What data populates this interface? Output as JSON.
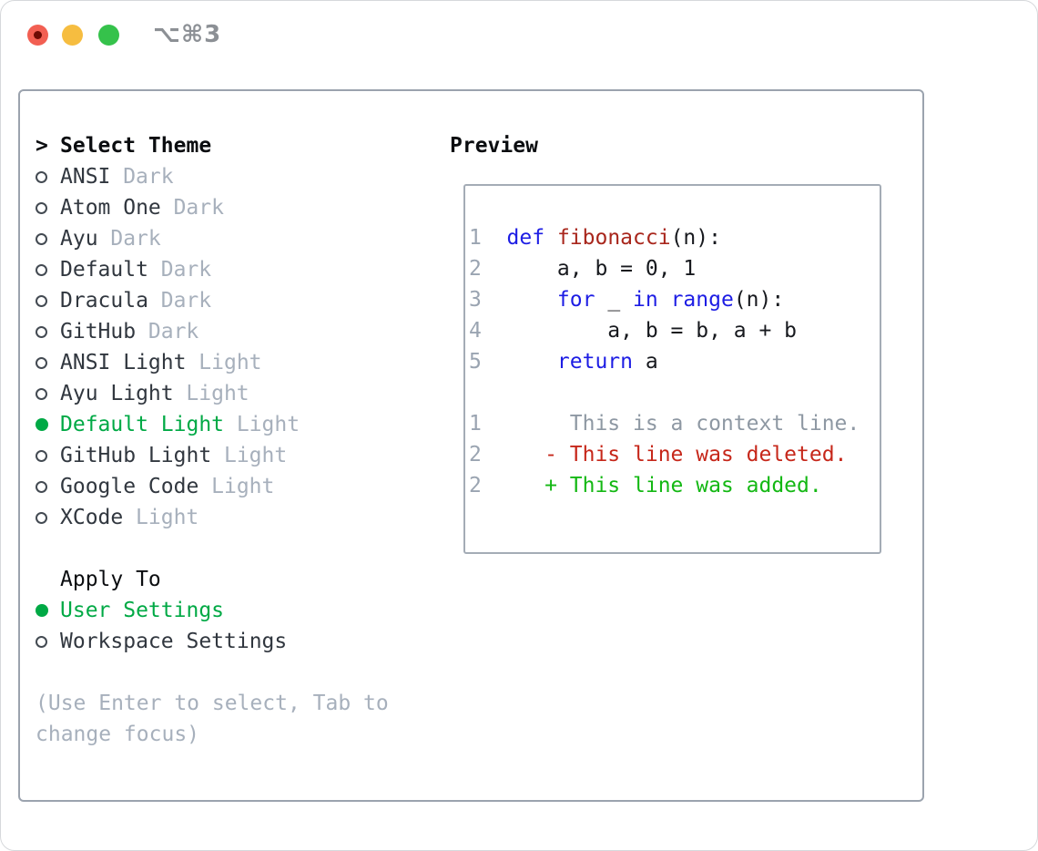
{
  "window": {
    "title": "⌥⌘3",
    "traffic_lights": [
      "close",
      "minimize",
      "zoom"
    ]
  },
  "colors": {
    "ui_green": "#00a945",
    "keyword_blue": "#1d1de4",
    "function_red": "#a8261c",
    "deleted_red": "#c6271a",
    "added_green": "#14b814",
    "muted_gray": "#a7b0bc",
    "gutter_gray": "#9aa4b1",
    "panel_border": "#9ba3ae"
  },
  "theme_list": {
    "header_marker": ">",
    "header_label": "Select Theme",
    "items": [
      {
        "name": "ANSI",
        "variant": "Dark",
        "selected": false
      },
      {
        "name": "Atom One",
        "variant": "Dark",
        "selected": false
      },
      {
        "name": "Ayu",
        "variant": "Dark",
        "selected": false
      },
      {
        "name": "Default",
        "variant": "Dark",
        "selected": false
      },
      {
        "name": "Dracula",
        "variant": "Dark",
        "selected": false
      },
      {
        "name": "GitHub",
        "variant": "Dark",
        "selected": false
      },
      {
        "name": "ANSI Light",
        "variant": "Light",
        "selected": false
      },
      {
        "name": "Ayu Light",
        "variant": "Light",
        "selected": false
      },
      {
        "name": "Default Light",
        "variant": "Light",
        "selected": true
      },
      {
        "name": "GitHub Light",
        "variant": "Light",
        "selected": false
      },
      {
        "name": "Google Code",
        "variant": "Light",
        "selected": false
      },
      {
        "name": "XCode",
        "variant": "Light",
        "selected": false
      }
    ]
  },
  "apply_to": {
    "heading": "Apply To",
    "options": [
      {
        "name": "User Settings",
        "selected": true
      },
      {
        "name": "Workspace Settings",
        "selected": false
      }
    ]
  },
  "hint_lines": [
    "(Use Enter to select, Tab to",
    "change focus)"
  ],
  "preview": {
    "heading": "Preview",
    "lines": [
      {
        "num": "1",
        "segments": [
          {
            "t": "def",
            "c": "kw"
          },
          {
            "t": " ",
            "c": "pl"
          },
          {
            "t": "fibonacci",
            "c": "fn"
          },
          {
            "t": "(n):",
            "c": "pl"
          }
        ]
      },
      {
        "num": "2",
        "segments": [
          {
            "t": "    a, b = 0, 1",
            "c": "pl"
          }
        ]
      },
      {
        "num": "3",
        "segments": [
          {
            "t": "    ",
            "c": "pl"
          },
          {
            "t": "for",
            "c": "kw"
          },
          {
            "t": " _ ",
            "c": "pl"
          },
          {
            "t": "in",
            "c": "kw"
          },
          {
            "t": " ",
            "c": "pl"
          },
          {
            "t": "range",
            "c": "kw"
          },
          {
            "t": "(n):",
            "c": "pl"
          }
        ]
      },
      {
        "num": "4",
        "segments": [
          {
            "t": "        a, b = b, a + b",
            "c": "pl"
          }
        ]
      },
      {
        "num": "5",
        "segments": [
          {
            "t": "    ",
            "c": "pl"
          },
          {
            "t": "return",
            "c": "kw"
          },
          {
            "t": " a",
            "c": "pl"
          }
        ]
      },
      {
        "num": "",
        "segments": []
      },
      {
        "num": "1",
        "segments": [
          {
            "t": "     This is a context line.",
            "c": "ctx"
          }
        ]
      },
      {
        "num": "2",
        "segments": [
          {
            "t": "   - This line was deleted.",
            "c": "del"
          }
        ]
      },
      {
        "num": "2",
        "segments": [
          {
            "t": "   + This line was added.",
            "c": "add"
          }
        ]
      }
    ]
  }
}
